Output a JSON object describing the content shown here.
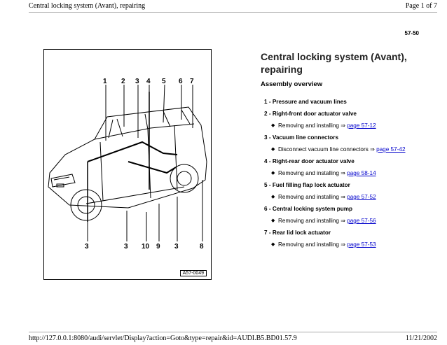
{
  "header": {
    "title": "Central locking system (Avant), repairing",
    "page": "Page 1 of 7"
  },
  "page_number": "57-50",
  "document": {
    "title": "Central locking system (Avant), repairing",
    "subtitle": "Assembly overview",
    "items": [
      {
        "label": "1 - Pressure and vacuum lines"
      },
      {
        "label": "2 - Right-front door actuator valve",
        "sub": [
          {
            "text": "Removing and installing",
            "arrow": "⇒",
            "link": "page 57-12"
          }
        ]
      },
      {
        "label": "3 - Vacuum line connectors",
        "sub": [
          {
            "text": "Disconnect vacuum line connectors",
            "arrow": "⇒",
            "link": "page 57-42"
          }
        ]
      },
      {
        "label": "4 - Right-rear door actuator valve",
        "sub": [
          {
            "text": "Removing and installing",
            "arrow": "⇒",
            "link": "page 58-14"
          }
        ]
      },
      {
        "label": "5 - Fuel filling flap lock actuator",
        "sub": [
          {
            "text": "Removing and installing",
            "arrow": "⇒",
            "link": "page 57-52"
          }
        ]
      },
      {
        "label": "6 - Central locking system pump",
        "sub": [
          {
            "text": "Removing and installing",
            "arrow": "⇒",
            "link": "page 57-56"
          }
        ]
      },
      {
        "label": "7 - Rear lid lock actuator",
        "sub": [
          {
            "text": "Removing and installing",
            "arrow": "⇒",
            "link": "page 57-53"
          }
        ]
      }
    ]
  },
  "figure": {
    "top_labels": [
      "1",
      "2",
      "3",
      "4",
      "5",
      "6",
      "7"
    ],
    "bottom_labels": [
      "3",
      "3",
      "10",
      "9",
      "3",
      "8"
    ],
    "caption": "A57-0049"
  },
  "footer": {
    "url": "http://127.0.0.1:8080/audi/servlet/Display?action=Goto&type=repair&id=AUDI.B5.BD01.57.9",
    "date": "11/21/2002"
  }
}
